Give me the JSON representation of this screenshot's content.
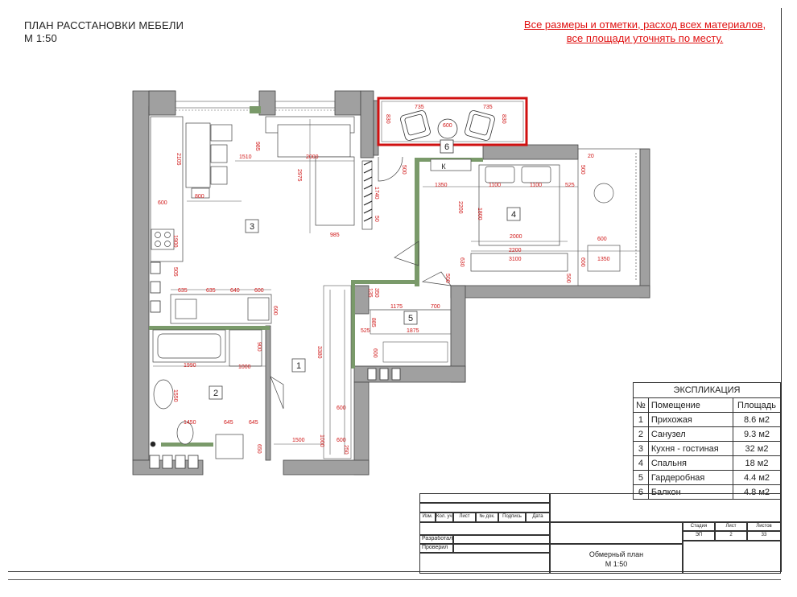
{
  "header": {
    "title_line1": "ПЛАН РАССТАНОВКИ МЕБЕЛИ",
    "title_line2": "М 1:50",
    "note_line1": "Все размеры и отметки, расход всех материалов,",
    "note_line2": "все площади уточнять по месту."
  },
  "rooms": {
    "r1": "1",
    "r2": "2",
    "r3": "3",
    "r4": "4",
    "r5": "5",
    "r6": "6",
    "k": "К"
  },
  "dimensions": {
    "d985a": "985",
    "d1510": "1510",
    "d2000a": "2000",
    "d2975": "2975",
    "d2105": "2105",
    "d800": "800",
    "d600a": "600",
    "d1740": "1740",
    "d50": "50",
    "d985b": "985",
    "d1900": "1900",
    "d505": "505",
    "d635a": "635",
    "d635b": "635",
    "d640": "640",
    "d600b": "600",
    "d600c": "600",
    "d1990": "1990",
    "d1000a": "1000",
    "d900": "900",
    "d1550": "1550",
    "d1450": "1450",
    "d645a": "645",
    "d645b": "645",
    "d650": "650",
    "d1500": "1500",
    "d1000b": "1000",
    "d600d": "600",
    "d250": "250",
    "d600e": "600",
    "d3380": "3380",
    "d1175": "1175",
    "d700": "700",
    "d1875": "1875",
    "d525a": "525",
    "d600f": "600",
    "d350": "350",
    "d135": "135",
    "d885": "885",
    "d1350a": "1350",
    "d1100a": "1100",
    "d1100b": "1100",
    "d525b": "525",
    "d2200a": "2200",
    "d1800": "1800",
    "d2000b": "2000",
    "d2200b": "2200",
    "d3100": "3100",
    "d630": "630",
    "d500a": "500",
    "d500b": "500",
    "d20": "20",
    "d500c": "500",
    "d600g": "600",
    "d1350b": "1350",
    "d600h": "600",
    "d500d": "500",
    "d830a": "830",
    "d735": "735",
    "d600i": "600",
    "d735b": "735",
    "d830b": "830"
  },
  "explication": {
    "title": "ЭКСПЛИКАЦИЯ",
    "col_num": "№",
    "col_room": "Помещение",
    "col_area": "Площадь",
    "rows": [
      {
        "num": "1",
        "room": "Прихожая",
        "area": "8.6 м2"
      },
      {
        "num": "2",
        "room": "Санузел",
        "area": "9.3 м2"
      },
      {
        "num": "3",
        "room": "Кухня - гостиная",
        "area": "32 м2"
      },
      {
        "num": "4",
        "room": "Спальня",
        "area": "18 м2"
      },
      {
        "num": "5",
        "room": "Гардеробная",
        "area": "4.4 м2"
      },
      {
        "num": "6",
        "room": "Балкон",
        "area": "4.8 м2"
      }
    ]
  },
  "stamp": {
    "izm": "Изм.",
    "kol": "Кол. уч.",
    "list": "Лист",
    "ndok": "№ док.",
    "podpis": "Подпись",
    "data": "Дата",
    "razrabotal": "Разработал",
    "proveril": "Проверил",
    "stadia": "Стадия",
    "list2": "Лист",
    "listov": "Листов",
    "stadia_val": "ЭП",
    "list_val": "2",
    "listov_val": "33",
    "sheet_title1": "Обмерный план",
    "sheet_title2": "М 1:50"
  },
  "colors": {
    "wall": "#a0a0a0",
    "dim": "#d01818",
    "accent_green": "#7a9a6a",
    "balcony_red": "#d01010"
  }
}
